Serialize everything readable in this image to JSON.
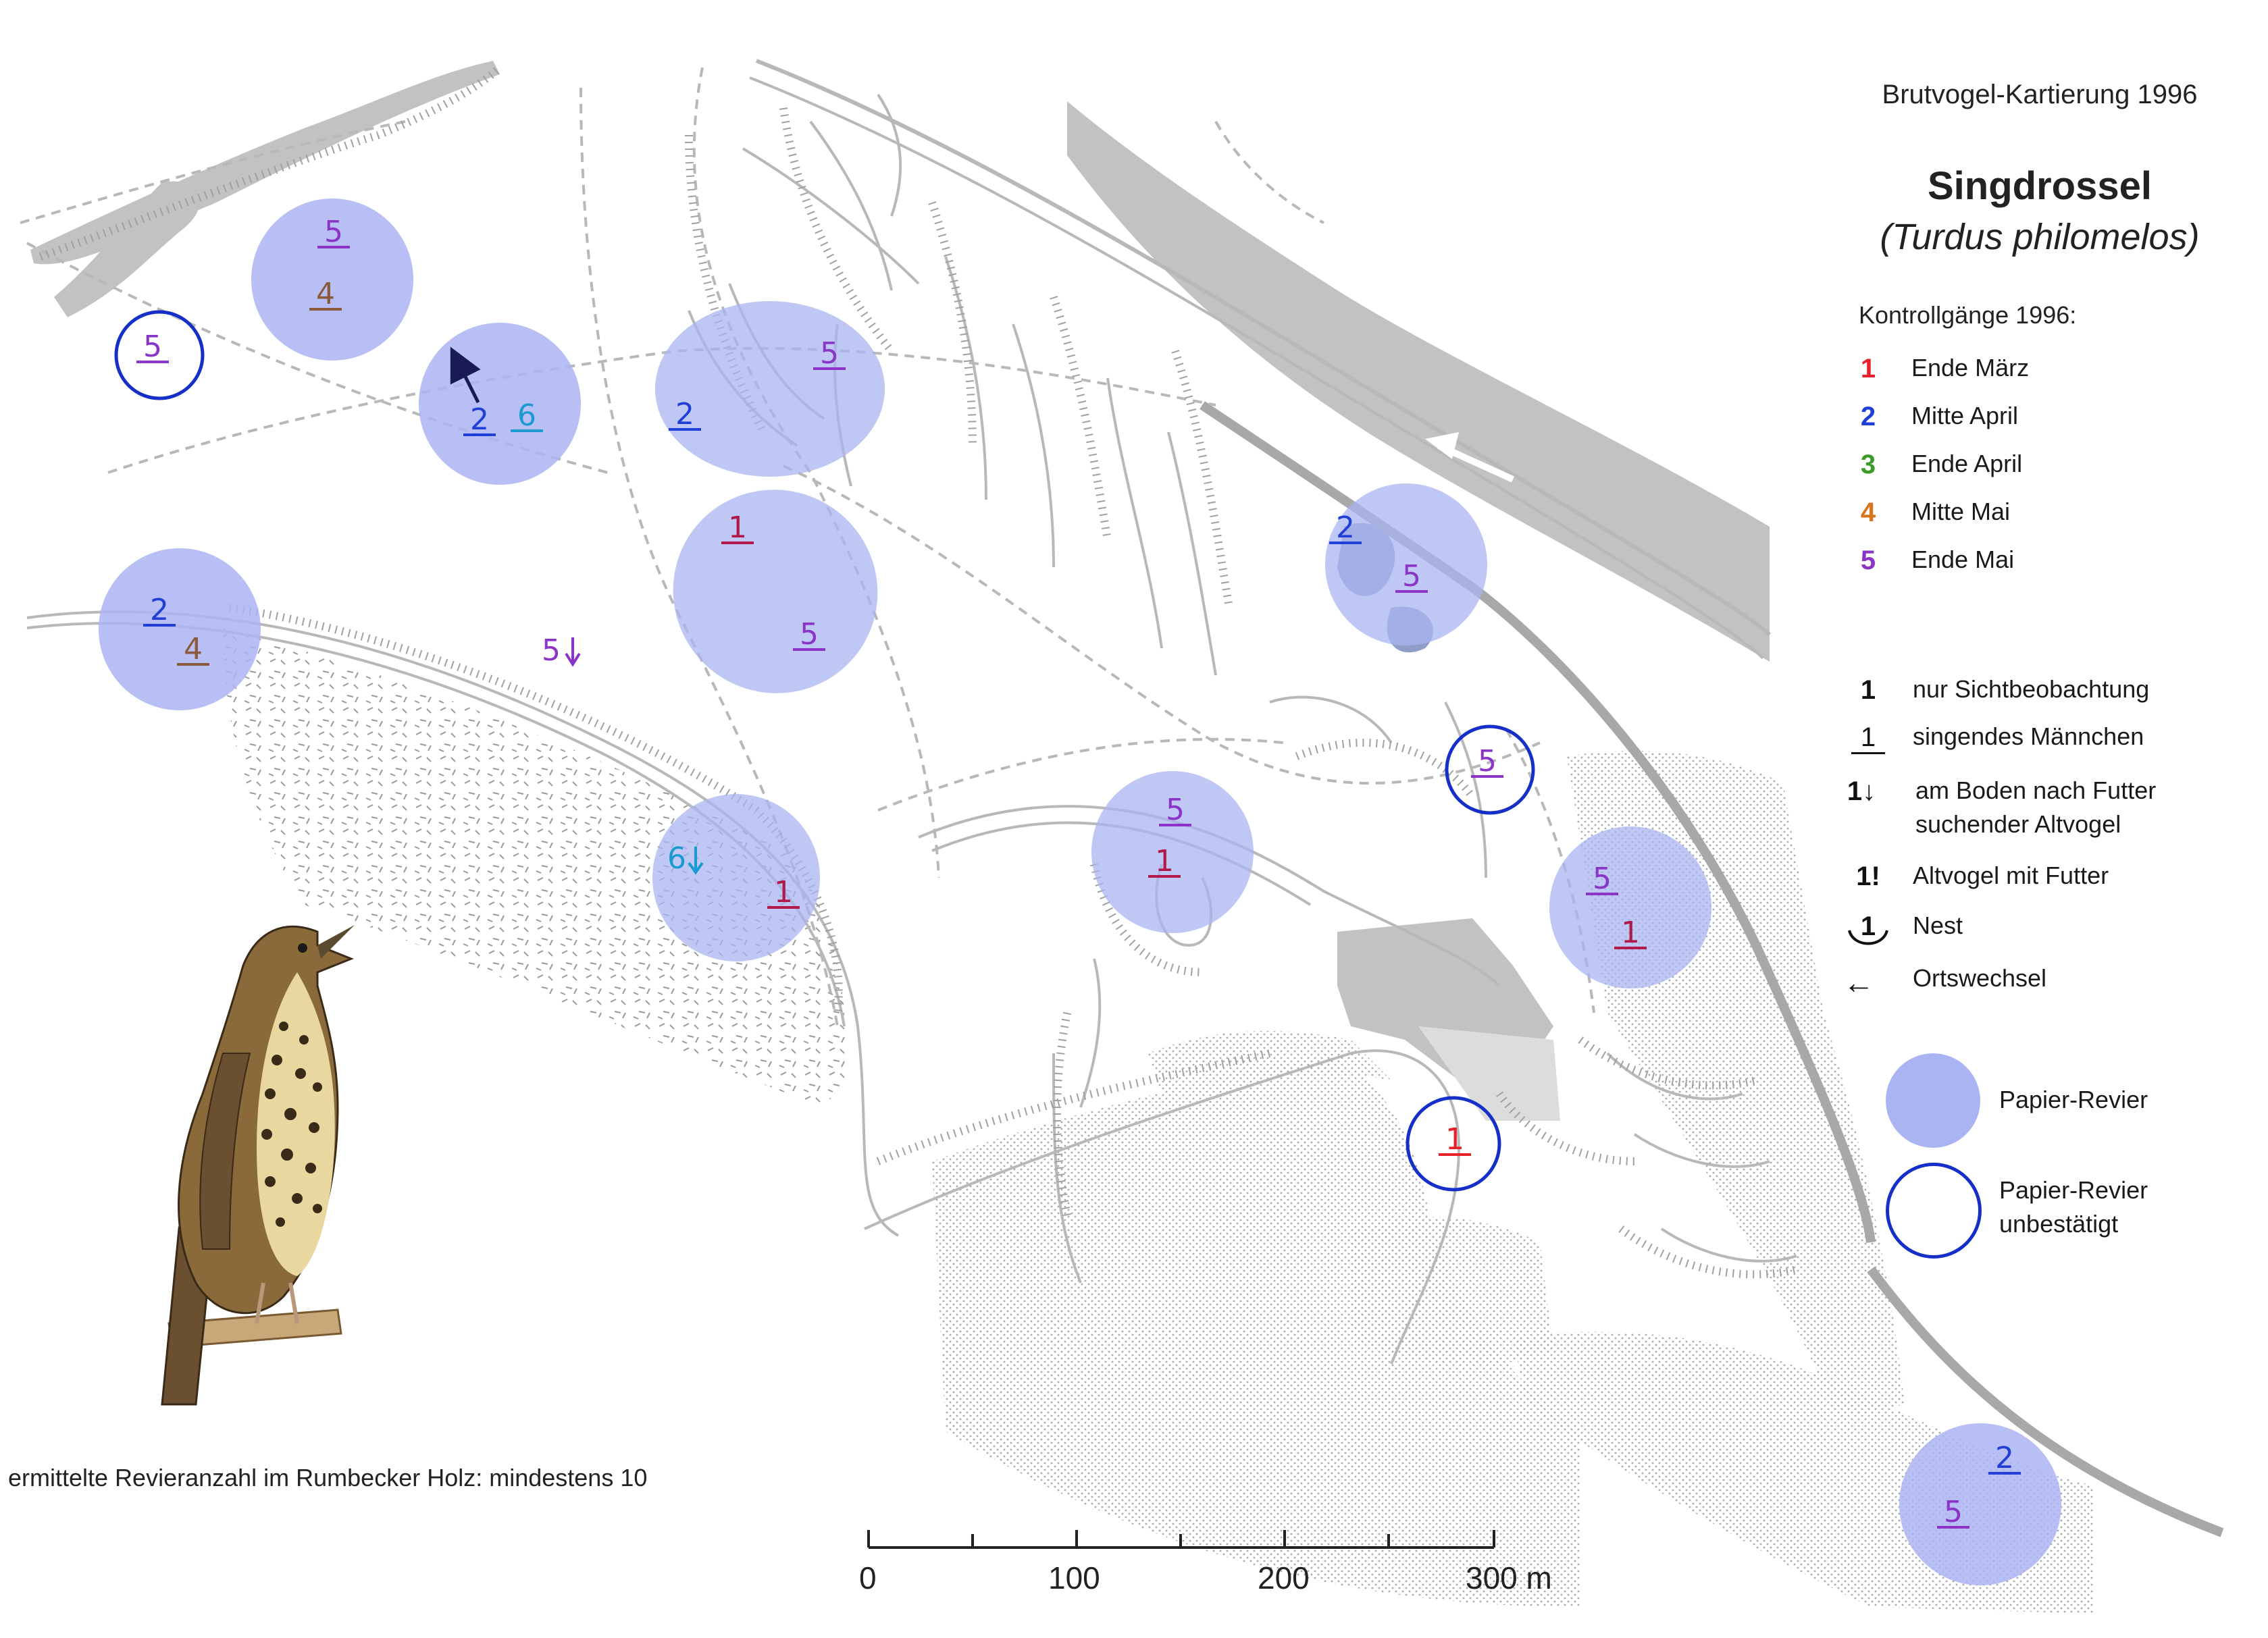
{
  "header": {
    "survey_title": "Brutvogel-Kartierung 1996",
    "species_name": "Singdrossel",
    "species_latin": "(Turdus philomelos)"
  },
  "legend": {
    "visits_title": "Kontrollgänge 1996:",
    "visits": [
      {
        "num": "1",
        "label": "Ende März",
        "color": "#e8202a"
      },
      {
        "num": "2",
        "label": "Mitte April",
        "color": "#1f3fd6"
      },
      {
        "num": "3",
        "label": "Ende April",
        "color": "#3a9a2a"
      },
      {
        "num": "4",
        "label": "Mitte Mai",
        "color": "#d8741c"
      },
      {
        "num": "5",
        "label": "Ende Mai",
        "color": "#8a35c8"
      }
    ],
    "symbols": [
      {
        "symbol": "1",
        "label": "nur Sichtbeobachtung",
        "icon": "plain-number"
      },
      {
        "symbol": "1",
        "label": "singendes Männchen",
        "icon": "underlined-number"
      },
      {
        "symbol": "1",
        "label": "am Boden nach Futter",
        "label2": "suchender Altvogel",
        "icon": "down-arrow"
      },
      {
        "symbol": "1!",
        "label": "Altvogel mit Futter",
        "icon": "exclamation"
      },
      {
        "symbol": "1",
        "label": "Nest",
        "icon": "nest-arc"
      },
      {
        "symbol": "←",
        "label": "Ortswechsel",
        "icon": "left-arrow"
      }
    ],
    "territory": {
      "label": "Papier-Revier",
      "fill": "#aab4f2"
    },
    "territory_unconfirmed": {
      "label": "Papier-Revier",
      "label2": "unbestätigt",
      "stroke": "#1530c8"
    }
  },
  "footer": {
    "territory_count": "ermittelte Revieranzahl im Rumbecker Holz:  mindestens 10"
  },
  "scale_bar": {
    "labels": [
      "0",
      "100",
      "200",
      "300 m"
    ]
  },
  "colors": {
    "visit_6": "#1a9ad0",
    "visit_1_dark": "#b01a4a",
    "visit_4_brown": "#8a5a3a",
    "arrow": "#1a1a55",
    "map_line": "#b8b8b8",
    "map_fill": "#c2c2c2"
  },
  "map": {
    "territories": [
      {
        "labels": [
          {
            "t": "5",
            "c": "#8a35c8",
            "u": true
          },
          {
            "t": "4",
            "c": "#8a5a3a",
            "u": true
          }
        ]
      },
      {
        "labels": [
          {
            "t": "5",
            "c": "#8a35c8",
            "u": true
          }
        ]
      },
      {
        "labels": [
          {
            "t": "2",
            "c": "#1f3fd6",
            "u": true
          },
          {
            "t": "6",
            "c": "#1a9ad0",
            "u": true
          }
        ]
      },
      {
        "labels": [
          {
            "t": "2",
            "c": "#1f3fd6",
            "u": true
          },
          {
            "t": "5",
            "c": "#8a35c8",
            "u": true
          }
        ]
      },
      {
        "labels": [
          {
            "t": "1",
            "c": "#b01a4a",
            "u": true
          },
          {
            "t": "5",
            "c": "#8a35c8",
            "u": true
          }
        ]
      },
      {
        "labels": [
          {
            "t": "2",
            "c": "#1f3fd6",
            "u": true
          },
          {
            "t": "4",
            "c": "#8a5a3a",
            "u": true
          }
        ]
      },
      {
        "labels": [
          {
            "t": "6",
            "c": "#1a9ad0",
            "u": false
          },
          {
            "t": "1",
            "c": "#b01a4a",
            "u": true
          }
        ]
      },
      {
        "labels": [
          {
            "t": "5",
            "c": "#8a35c8",
            "u": true
          },
          {
            "t": "1",
            "c": "#b01a4a",
            "u": true
          }
        ]
      },
      {
        "labels": [
          {
            "t": "2",
            "c": "#1f3fd6",
            "u": true
          },
          {
            "t": "5",
            "c": "#8a35c8",
            "u": true
          }
        ]
      },
      {
        "labels": [
          {
            "t": "5",
            "c": "#8a35c8",
            "u": true
          }
        ]
      },
      {
        "labels": [
          {
            "t": "5",
            "c": "#8a35c8",
            "u": true
          },
          {
            "t": "1",
            "c": "#b01a4a",
            "u": true
          }
        ]
      },
      {
        "labels": [
          {
            "t": "1",
            "c": "#e8202a",
            "u": true
          }
        ]
      },
      {
        "labels": [
          {
            "t": "2",
            "c": "#1f3fd6",
            "u": true
          },
          {
            "t": "5",
            "c": "#8a35c8",
            "u": true
          }
        ]
      }
    ],
    "loose_obs": [
      {
        "t": "5",
        "c": "#8a35c8"
      }
    ]
  }
}
